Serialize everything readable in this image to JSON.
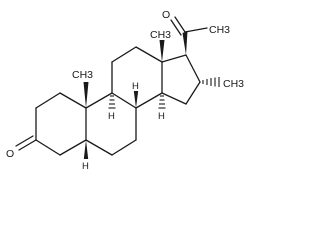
{
  "molecule": {
    "labels": {
      "oxygen_ketone_ring": "O",
      "oxygen_acetyl": "O",
      "methyl_acetyl": "CH3",
      "methyl_c10": "CH3",
      "methyl_c13": "CH3",
      "methyl_c16": "CH3",
      "h_c5": "H",
      "h_c8": "H",
      "h_c9": "H",
      "h_c14": "H"
    }
  }
}
